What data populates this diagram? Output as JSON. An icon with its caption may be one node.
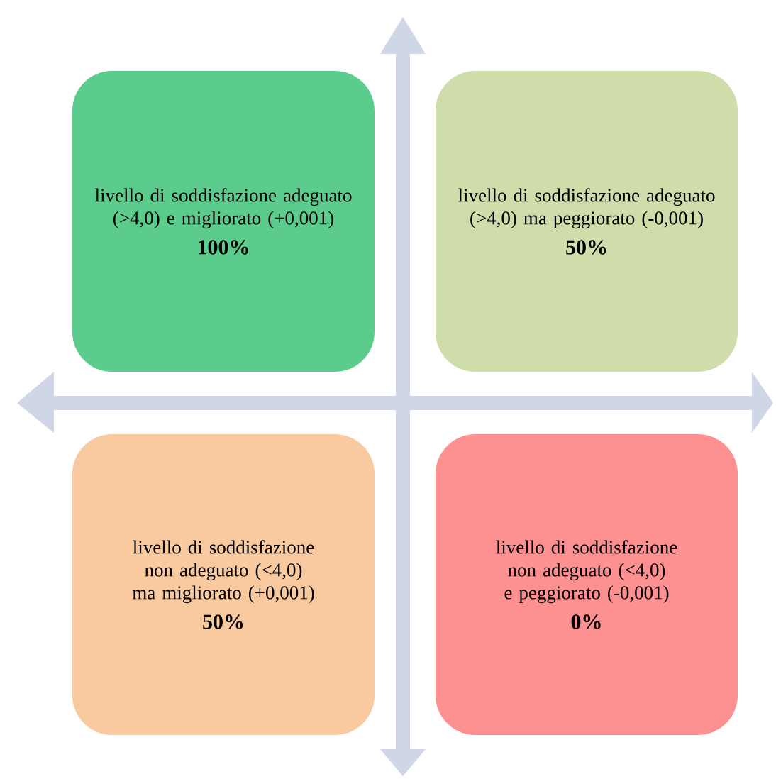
{
  "diagram": {
    "nodes": [
      {
        "text": [
          "livello di soddisfazione adeguato (>4,0) e migliorato (+0,001)",
          "100%"
        ]
      },
      {
        "text": [
          "livello di soddisfazione adeguato (>4,0) ma peggiorato (-0,001)",
          "50%"
        ]
      },
      {
        "text": [
          "livello di soddisfazione non adeguato (<4,0) ma migliorato (+0,001)",
          "50%"
        ]
      },
      {
        "text": [
          "livello di soddisfazione non adeguato (<4,0) e peggiorato (-0,001)",
          "0%"
        ]
      }
    ]
  }
}
